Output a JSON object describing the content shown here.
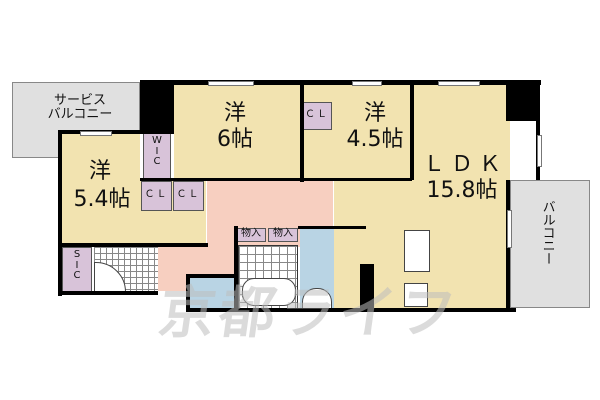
{
  "floor_plan": {
    "rooms": [
      {
        "id": "service-balcony",
        "label": "サービス\nバルコニー"
      },
      {
        "id": "western-room-6",
        "type": "洋",
        "size": "6帖"
      },
      {
        "id": "western-room-4-5",
        "type": "洋",
        "size": "4.5帖"
      },
      {
        "id": "western-room-5-4",
        "type": "洋",
        "size": "5.4帖"
      },
      {
        "id": "ldk",
        "type": "ＬＤＫ",
        "size": "15.8帖"
      },
      {
        "id": "balcony",
        "label": "バルコニー"
      }
    ],
    "storage": {
      "wic": "W\nI\nC",
      "closet_label": "ＣＬ",
      "sic": "S\nI\nC",
      "storage_label": "物入"
    },
    "watermark": "京都ライフ",
    "colors": {
      "room_yellow": "#f2e3b0",
      "storage_purple": "#d8c3d9",
      "hall_pink": "#f7cfc0",
      "wet_blue": "#b9d4e4",
      "balcony_gray": "#e0e0e0",
      "wall": "#000000"
    }
  }
}
